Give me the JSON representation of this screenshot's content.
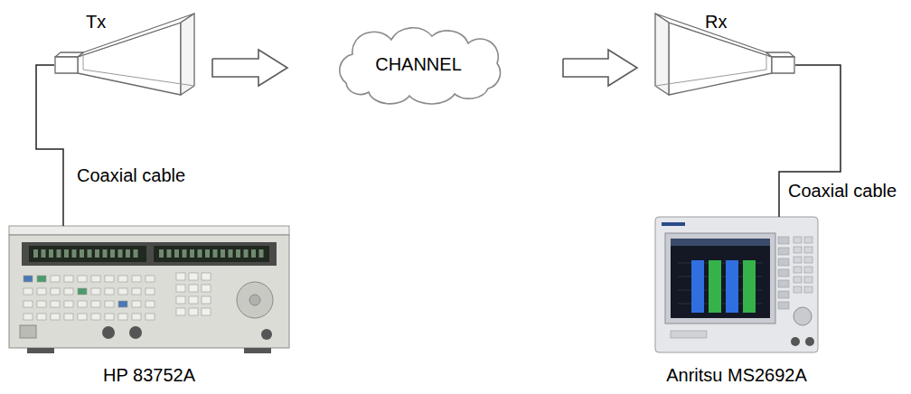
{
  "diagram": {
    "nodes": [
      {
        "text": [
          "Tx"
        ]
      },
      {
        "text": [
          "CHANNEL"
        ]
      },
      {
        "text": [
          "Rx"
        ]
      },
      {
        "text": [
          "HP 83752A"
        ]
      },
      {
        "text": [
          "Anritsu MS2692A"
        ]
      }
    ],
    "edges": [
      {
        "from": 0,
        "to": 1,
        "arrow": "to"
      },
      {
        "from": 1,
        "to": 2,
        "arrow": "to"
      },
      {
        "from": 3,
        "to": 0,
        "label": "Coaxial cable",
        "arrow": "none"
      },
      {
        "from": 2,
        "to": 4,
        "label": "Coaxial cable",
        "arrow": "none"
      }
    ]
  }
}
